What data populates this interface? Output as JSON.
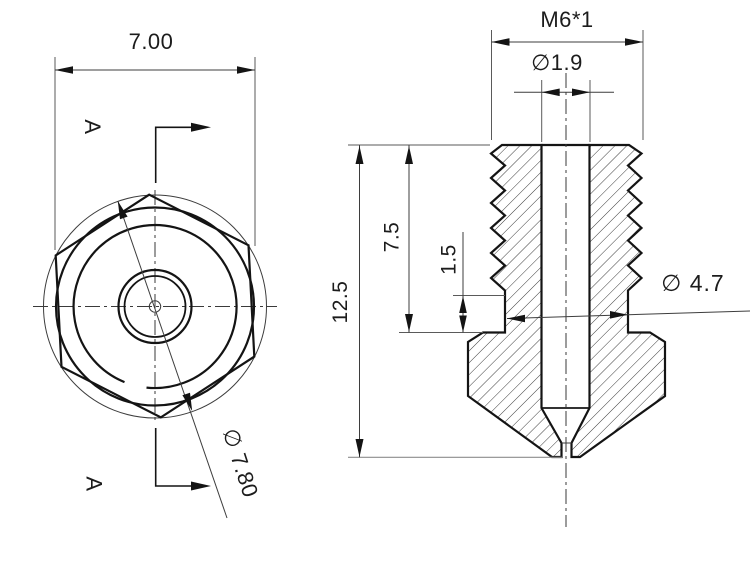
{
  "colors": {
    "background": "#ffffff",
    "line": "#141414"
  },
  "front_view": {
    "width_dim_label": "7.00",
    "outer_diameter_label": "∅ 7.80",
    "section_label_top": "A",
    "section_label_bottom": "A"
  },
  "section_view": {
    "thread_spec_label": "M6*1",
    "bore_diameter_label": "∅1.9",
    "overall_height_label": "12.5",
    "thread_length_label": "7.5",
    "groove_height_label": "1.5",
    "groove_diameter_label": "∅ 4.7"
  }
}
